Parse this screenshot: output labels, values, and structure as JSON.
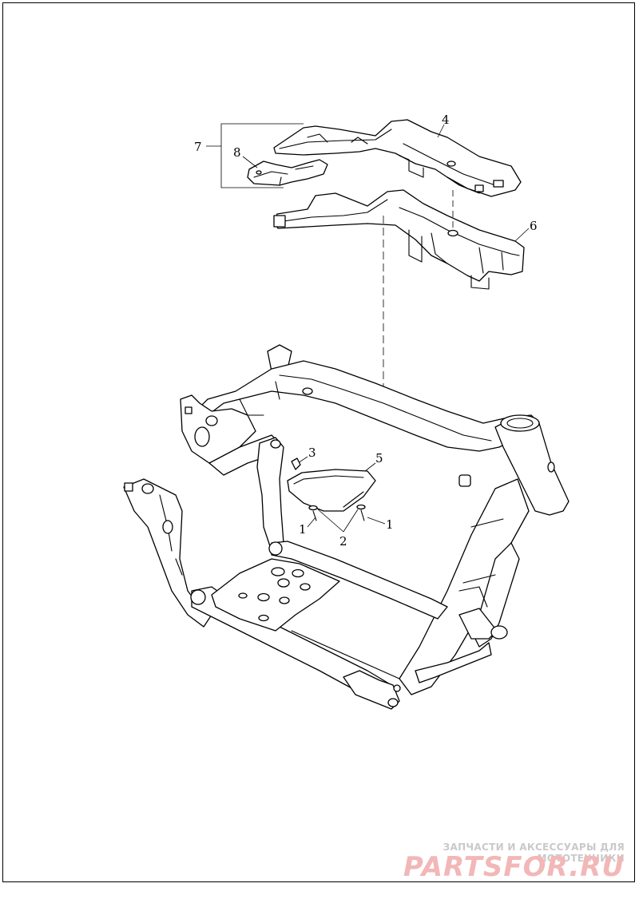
{
  "callouts": {
    "c1a": "1",
    "c1b": "1",
    "c2": "2",
    "c3": "3",
    "c4": "4",
    "c5": "5",
    "c6": "6",
    "c7": "7",
    "c8": "8"
  },
  "watermark": {
    "tagline": "ЗАПЧАСТИ И АКСЕССУАРЫ ДЛЯ МОТОТЕХНИКИ",
    "logo": "PARTSFOR.RU"
  },
  "colors": {
    "line": "#000000",
    "background": "#ffffff",
    "watermark_tagline": "#c9c9c9",
    "watermark_logo": "#f2b7b7"
  }
}
